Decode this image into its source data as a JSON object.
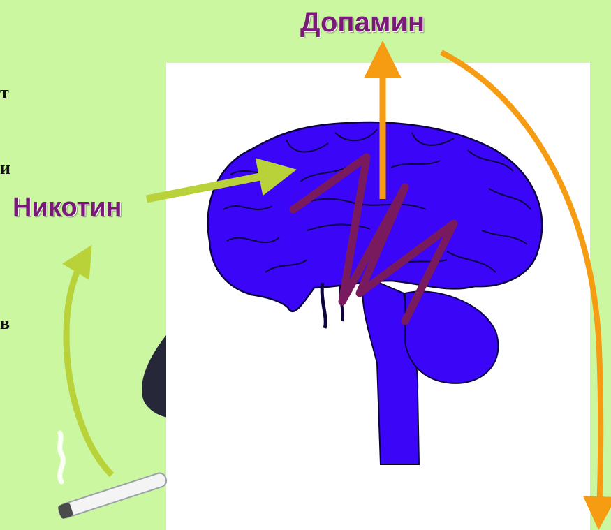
{
  "labels": {
    "dopamine": "Допамин",
    "nicotine": "Никотин"
  },
  "left_text_fragments": [
    "т",
    "и",
    "в"
  ],
  "colors": {
    "background": "#ccf7a1",
    "brain": "#3b06f7",
    "brain_outline": "#0c0440",
    "wave": "#7a1a5e",
    "dopamine_arrow": "#f59c12",
    "nicotine_arrow": "#b9d23a",
    "label_text": "#7a1a78"
  },
  "icons": {
    "cigarette": "cigarette-icon",
    "smoke": "smoke-icon",
    "brain": "brain-icon"
  }
}
